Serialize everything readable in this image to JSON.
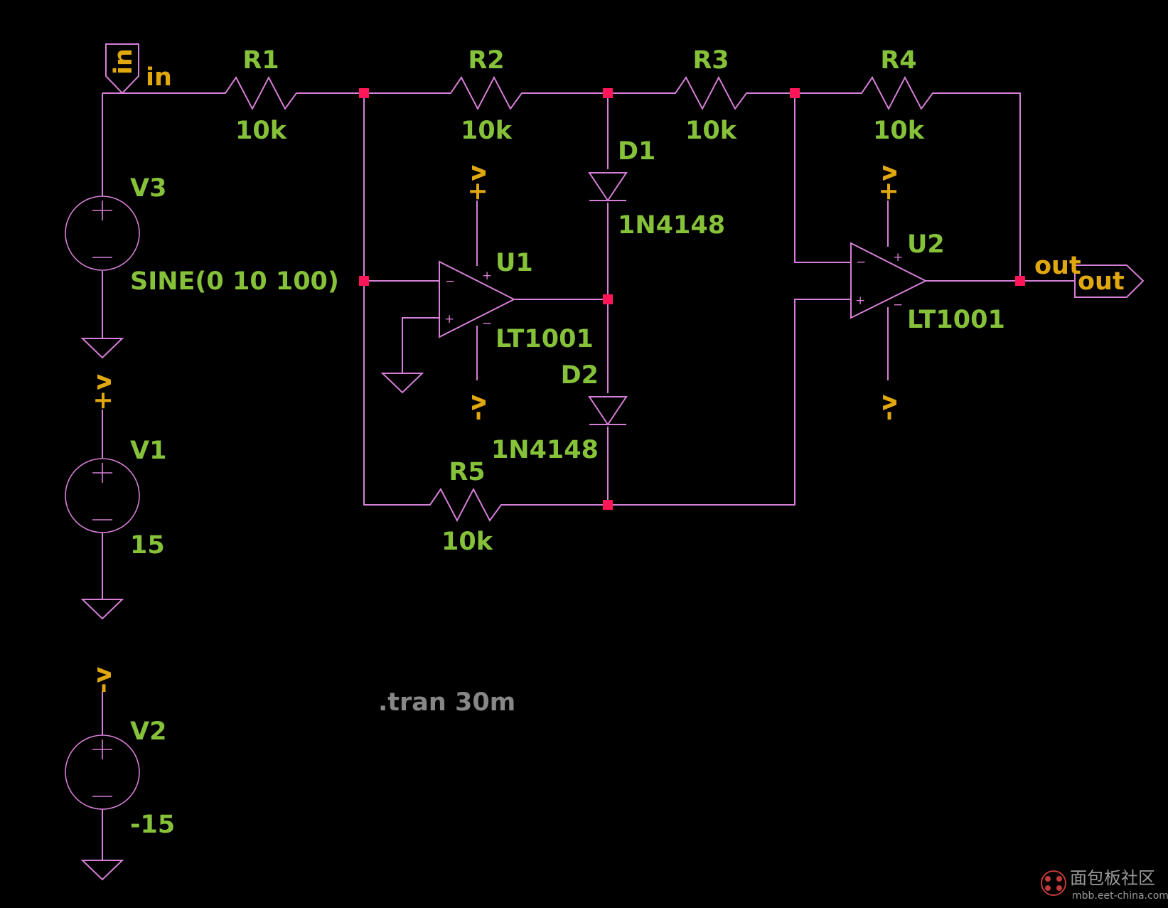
{
  "schematic": {
    "directive": ".tran 30m",
    "wire_color": "#d67fd6",
    "label_color": "#86c13a",
    "netlabel_color": "#e0a70e",
    "junction_color": "#ff1659",
    "background": "#000000",
    "components": {
      "R1": {
        "ref": "R1",
        "value": "10k"
      },
      "R2": {
        "ref": "R2",
        "value": "10k"
      },
      "R3": {
        "ref": "R3",
        "value": "10k"
      },
      "R4": {
        "ref": "R4",
        "value": "10k"
      },
      "R5": {
        "ref": "R5",
        "value": "10k"
      },
      "D1": {
        "ref": "D1",
        "value": "1N4148"
      },
      "D2": {
        "ref": "D2",
        "value": "1N4148"
      },
      "U1": {
        "ref": "U1",
        "value": "LT1001"
      },
      "U2": {
        "ref": "U2",
        "value": "LT1001"
      },
      "V1": {
        "ref": "V1",
        "value": "15"
      },
      "V2": {
        "ref": "V2",
        "value": "-15"
      },
      "V3": {
        "ref": "V3",
        "value": "SINE(0 10 100)"
      }
    },
    "nets": {
      "in_port": "in",
      "in": "in",
      "out_port": "out",
      "out": "out",
      "vplus": "+v",
      "vminus": "-v"
    },
    "pin_marks": {
      "plus": "+",
      "minus": "−"
    }
  },
  "watermark": {
    "text": "面包板社区",
    "url": "mbb.eet-china.com"
  }
}
